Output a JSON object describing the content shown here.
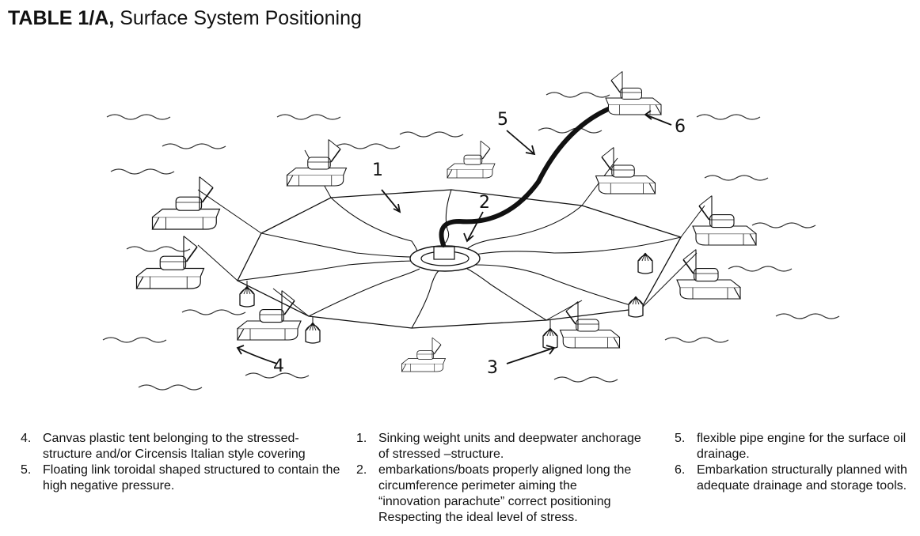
{
  "title": {
    "bold_part": "TABLE 1/A,",
    "regular_part": " Surface System Positioning"
  },
  "diagram": {
    "callouts": [
      {
        "label": "1",
        "refers_to": "sinking weight units / anchorage"
      },
      {
        "label": "2",
        "refers_to": "central floating hub"
      },
      {
        "label": "3",
        "refers_to": "sinking weight unit"
      },
      {
        "label": "4",
        "refers_to": "boat on perimeter"
      },
      {
        "label": "5",
        "refers_to": "flexible pipe"
      },
      {
        "label": "6",
        "refers_to": "drainage embarkation"
      }
    ]
  },
  "legend": {
    "columns": [
      {
        "items": [
          {
            "num": "4.",
            "text": "Canvas plastic tent belonging to the stressed-structure and/or Circensis Italian style covering"
          },
          {
            "num": "5.",
            "text": "Floating link toroidal shaped structured to contain the high negative pressure."
          }
        ]
      },
      {
        "items": [
          {
            "num": "1.",
            "text": "Sinking weight units and deepwater anchorage of stressed –structure."
          },
          {
            "num": "2.",
            "text": "embarkations/boats properly aligned long the circumference perimeter aiming the “innovation parachute” correct positioning Respecting the ideal level of stress."
          }
        ]
      },
      {
        "items": [
          {
            "num": "5.",
            "text": "flexible pipe engine for the surface oil drainage."
          },
          {
            "num": "6.",
            "text": "Embarkation structurally planned with adequate drainage and storage tools."
          }
        ]
      }
    ]
  }
}
